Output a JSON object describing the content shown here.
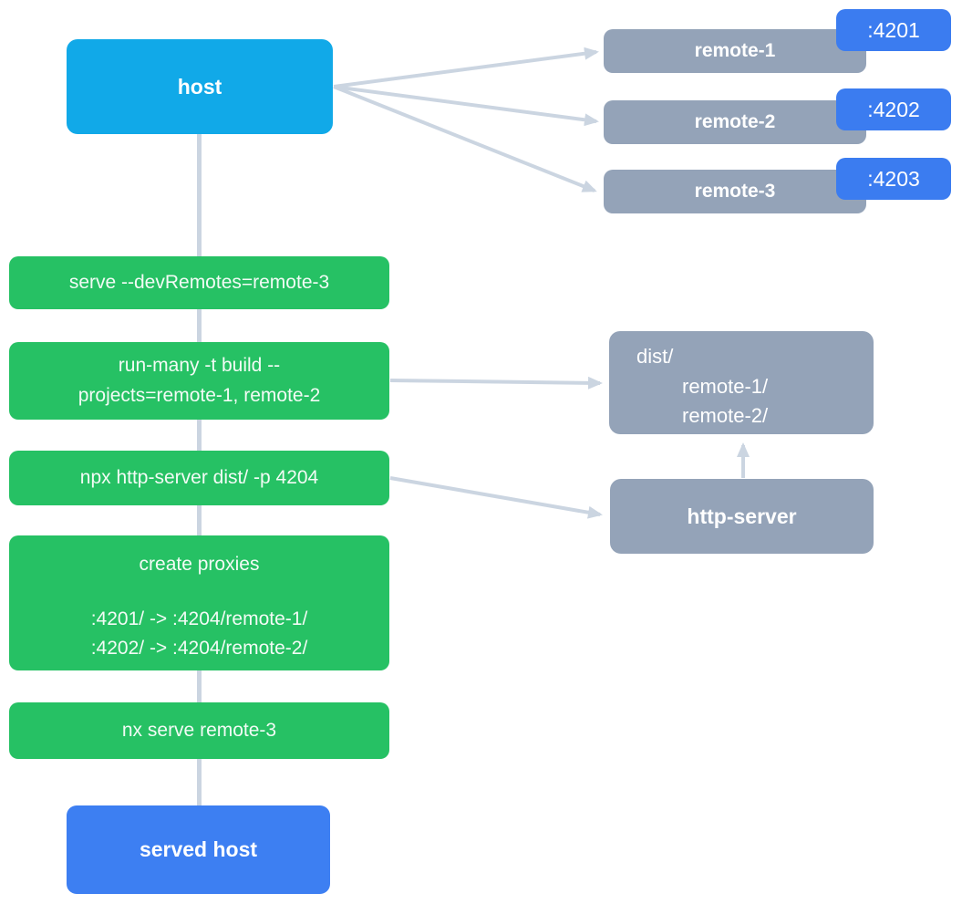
{
  "diagram": {
    "title_hint": "nx module federation host/remotes serve flow",
    "colors": {
      "host_fill": "#11a9e8",
      "served_host_fill": "#3d7ff2",
      "remote_fill": "#94a3b8",
      "port_badge_fill": "#3b7cf0",
      "step_fill": "#26c164",
      "arrow": "#cbd5e1",
      "text": "#ffffff"
    },
    "host": {
      "label": "host"
    },
    "remotes": [
      {
        "label": "remote-1",
        "port": ":4201"
      },
      {
        "label": "remote-2",
        "port": ":4202"
      },
      {
        "label": "remote-3",
        "port": ":4203"
      }
    ],
    "steps": {
      "serve": {
        "label": "serve --devRemotes=remote-3"
      },
      "build": {
        "line1": "run-many -t build --",
        "line2": "projects=remote-1, remote-2"
      },
      "http_cmd": {
        "label": "npx http-server dist/ -p 4204"
      },
      "proxies": {
        "title": "create proxies",
        "rule1": ":4201/ -> :4204/remote-1/",
        "rule2": ":4202/ -> :4204/remote-2/"
      },
      "nx_serve": {
        "label": "nx serve remote-3"
      }
    },
    "dist": {
      "line1": "dist/",
      "line2": "remote-1/",
      "line3": "remote-2/"
    },
    "http_server": {
      "label": "http-server"
    },
    "served_host": {
      "label": "served host"
    }
  }
}
